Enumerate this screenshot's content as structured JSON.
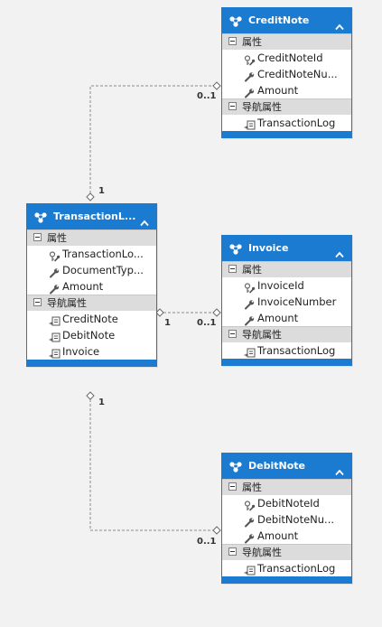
{
  "section_labels": {
    "properties": "属性",
    "navigation": "导航属性"
  },
  "entities": {
    "creditnote": {
      "title": "CreditNote",
      "properties": [
        {
          "label": "CreditNoteId",
          "icon": "key-wrench-icon"
        },
        {
          "label": "CreditNoteNu...",
          "icon": "wrench-icon"
        },
        {
          "label": "Amount",
          "icon": "wrench-icon"
        }
      ],
      "navigation": [
        {
          "label": "TransactionLog",
          "icon": "navigation-property-icon"
        }
      ]
    },
    "transactionlog": {
      "title": "TransactionL...",
      "properties": [
        {
          "label": "TransactionLo...",
          "icon": "key-wrench-icon"
        },
        {
          "label": "DocumentTyp...",
          "icon": "wrench-icon"
        },
        {
          "label": "Amount",
          "icon": "wrench-icon"
        }
      ],
      "navigation": [
        {
          "label": "CreditNote",
          "icon": "navigation-property-icon"
        },
        {
          "label": "DebitNote",
          "icon": "navigation-property-icon"
        },
        {
          "label": "Invoice",
          "icon": "navigation-property-icon"
        }
      ]
    },
    "invoice": {
      "title": "Invoice",
      "properties": [
        {
          "label": "InvoiceId",
          "icon": "key-wrench-icon"
        },
        {
          "label": "InvoiceNumber",
          "icon": "wrench-icon"
        },
        {
          "label": "Amount",
          "icon": "wrench-icon"
        }
      ],
      "navigation": [
        {
          "label": "TransactionLog",
          "icon": "navigation-property-icon"
        }
      ]
    },
    "debitnote": {
      "title": "DebitNote",
      "properties": [
        {
          "label": "DebitNoteId",
          "icon": "key-wrench-icon"
        },
        {
          "label": "DebitNoteNu...",
          "icon": "wrench-icon"
        },
        {
          "label": "Amount",
          "icon": "wrench-icon"
        }
      ],
      "navigation": [
        {
          "label": "TransactionLog",
          "icon": "navigation-property-icon"
        }
      ]
    }
  },
  "multiplicities": {
    "tl_creditnote_one": "1",
    "creditnote_many": "0..1",
    "tl_invoice_one": "1",
    "invoice_many": "0..1",
    "tl_debitnote_one": "1",
    "debitnote_many": "0..1"
  },
  "colors": {
    "header": "#1b7bd1",
    "section": "#dcdcdc",
    "connector": "#8a8a8a",
    "background": "#f2f2f2"
  }
}
